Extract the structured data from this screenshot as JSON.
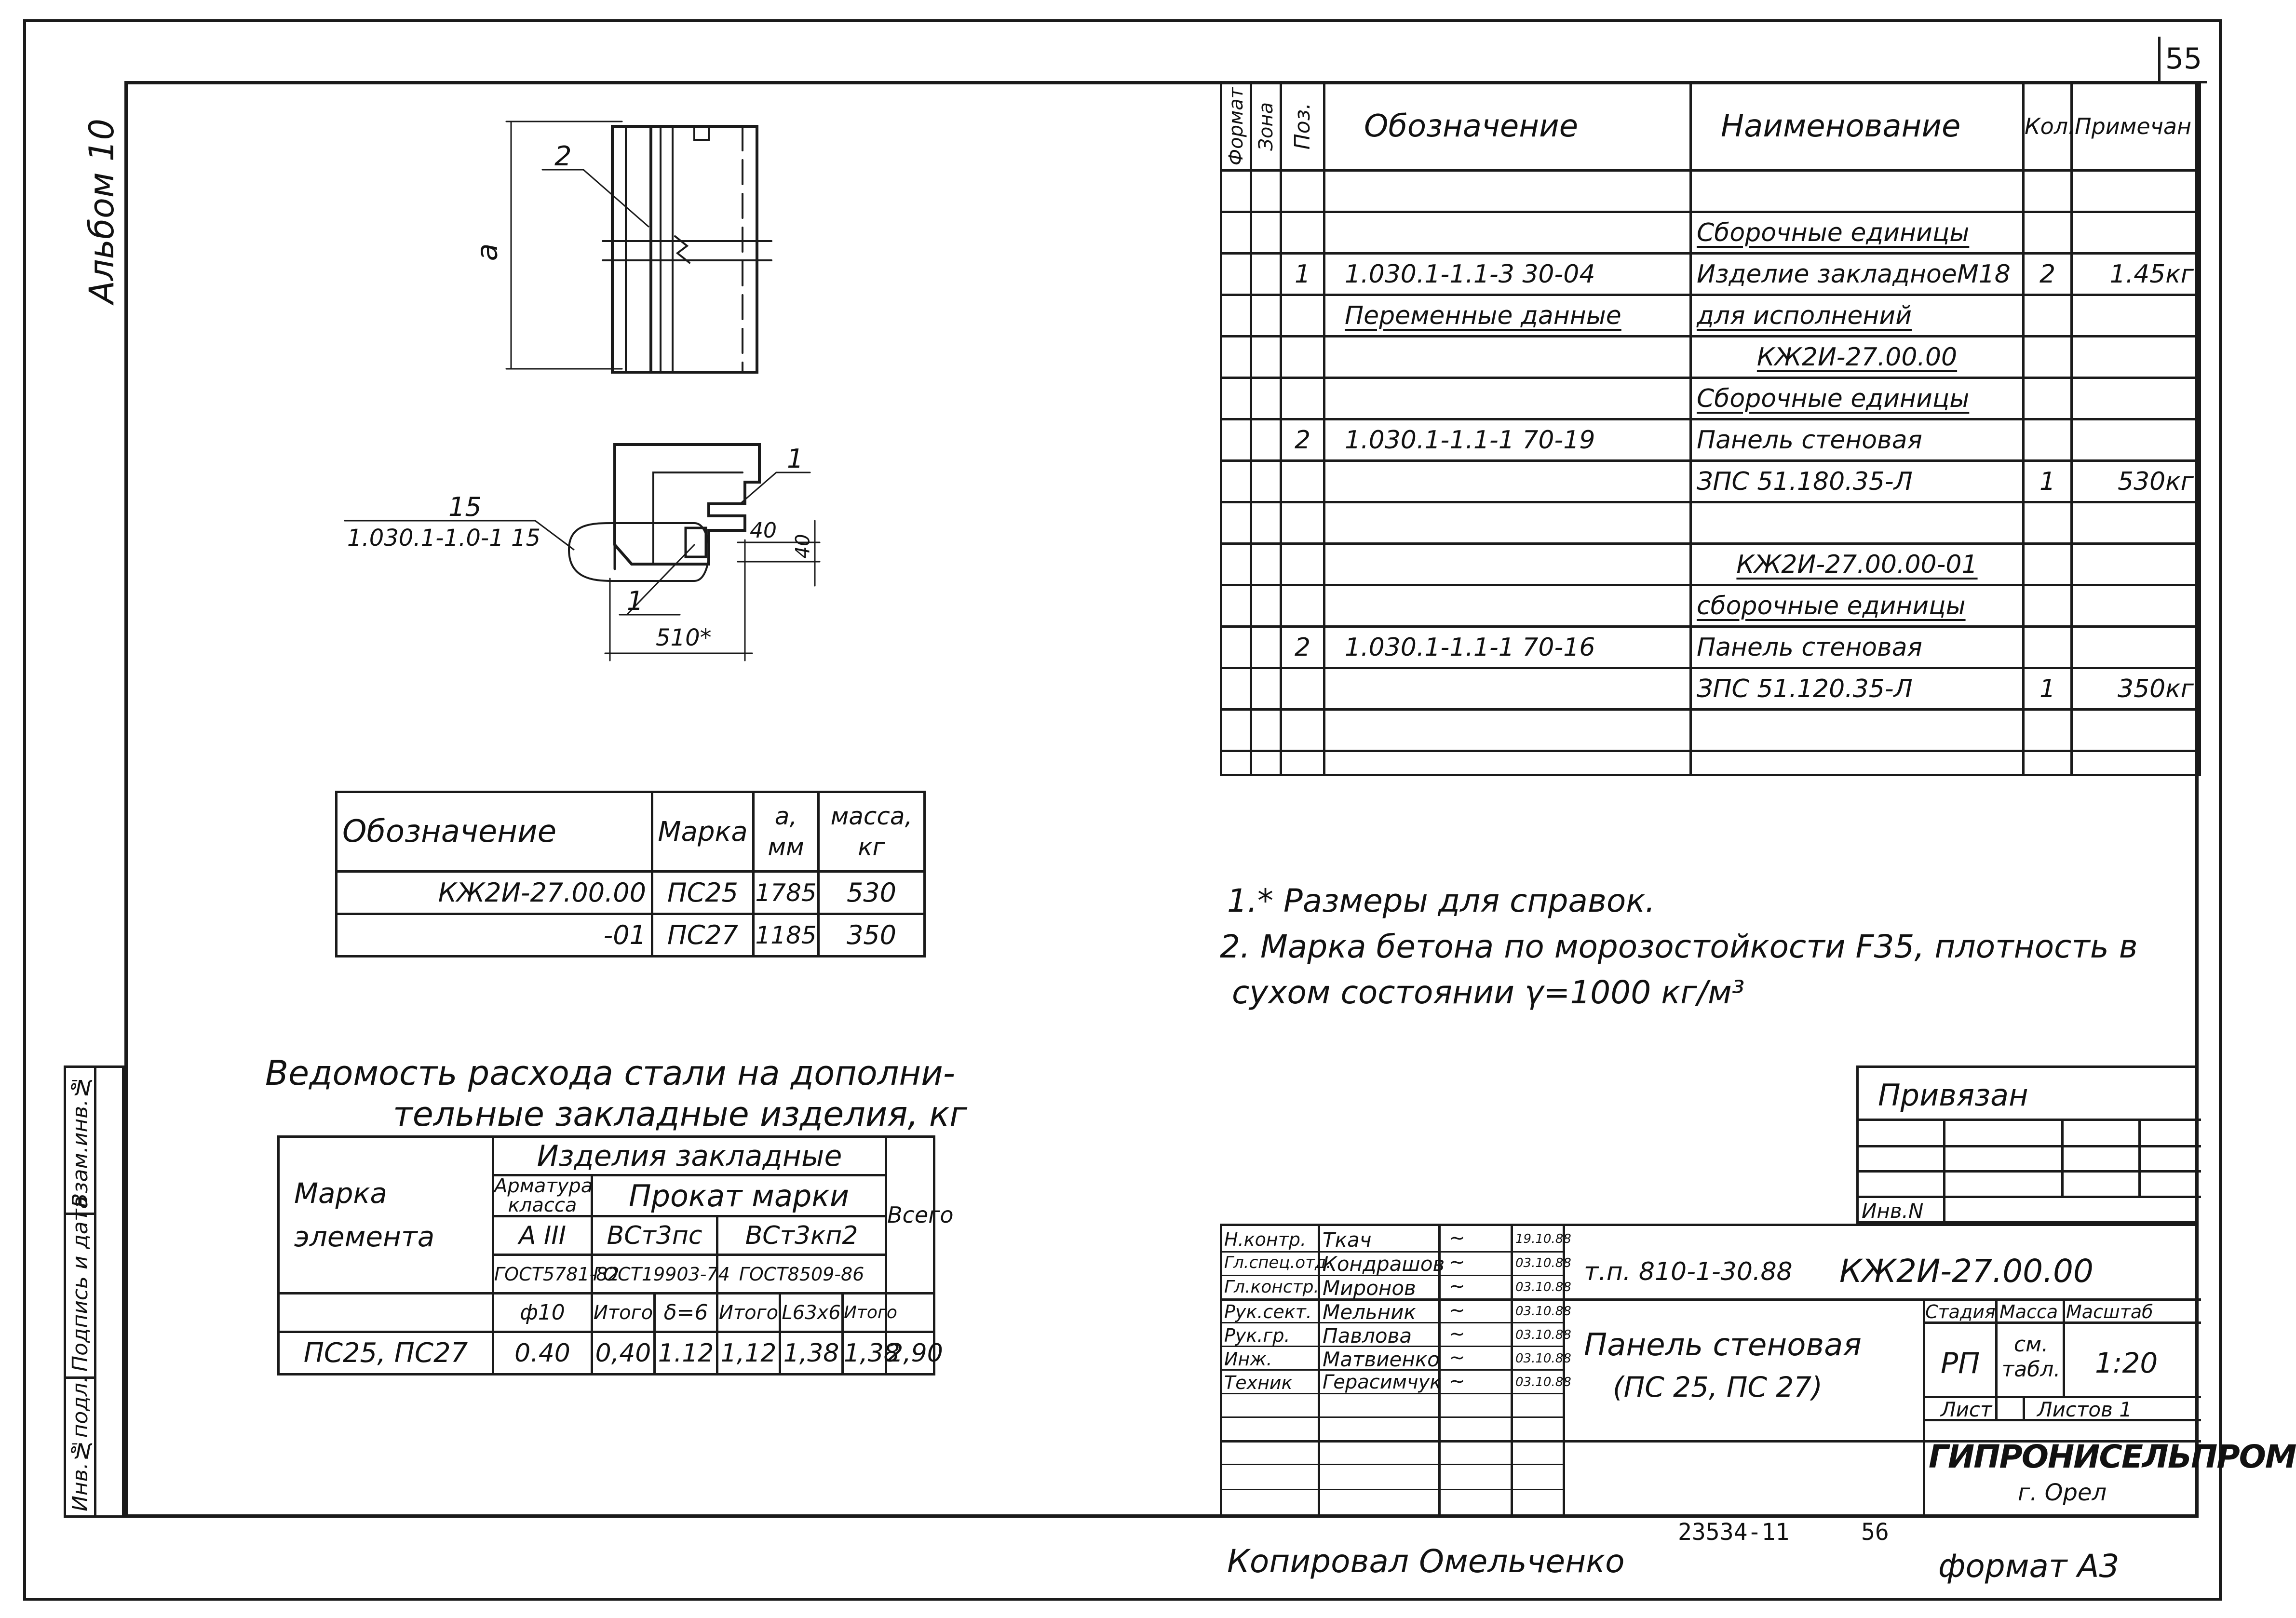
{
  "sheet_number": "55",
  "album_label": "Альбом 10",
  "drawing": {
    "dim_a": "a",
    "pos2": "2",
    "pos15": "15",
    "pos15_ref": "1.030.1-1.0-1 15",
    "pos1_top": "1",
    "pos1_bottom": "1",
    "dim40_h": "40",
    "dim40_v": "40",
    "dim510": "510*"
  },
  "spec": {
    "header": {
      "format": "Формат",
      "zone": "Зона",
      "pos": "Поз.",
      "designation": "Обозначение",
      "name": "Наименование",
      "qty": "Кол.",
      "note": "Примечан"
    },
    "rows": [
      {
        "pos": "",
        "designation": "",
        "name": "",
        "qty": "",
        "note": ""
      },
      {
        "pos": "",
        "designation": "",
        "name": "Сборочные единицы",
        "qty": "",
        "note": ""
      },
      {
        "pos": "1",
        "designation": "1.030.1-1.1-3 30-04",
        "name": "Изделие закладноеМ18",
        "qty": "2",
        "note": "1.45кг"
      },
      {
        "pos": "",
        "designation": "Переменные данные",
        "name": "для исполнений",
        "qty": "",
        "note": ""
      },
      {
        "pos": "",
        "designation": "",
        "name": "КЖ2И-27.00.00",
        "qty": "",
        "note": ""
      },
      {
        "pos": "",
        "designation": "",
        "name": "Сборочные единицы",
        "qty": "",
        "note": ""
      },
      {
        "pos": "2",
        "designation": "1.030.1-1.1-1 70-19",
        "name": "Панель стеновая",
        "qty": "",
        "note": ""
      },
      {
        "pos": "",
        "designation": "",
        "name": "ЗПС 51.180.35-Л",
        "qty": "1",
        "note": "530кг"
      },
      {
        "pos": "",
        "designation": "",
        "name": "",
        "qty": "",
        "note": ""
      },
      {
        "pos": "",
        "designation": "",
        "name": "КЖ2И-27.00.00-01",
        "qty": "",
        "note": ""
      },
      {
        "pos": "",
        "designation": "",
        "name": "сборочные единицы",
        "qty": "",
        "note": ""
      },
      {
        "pos": "2",
        "designation": "1.030.1-1.1-1 70-16",
        "name": "Панель стеновая",
        "qty": "",
        "note": ""
      },
      {
        "pos": "",
        "designation": "",
        "name": "ЗПС 51.120.35-Л",
        "qty": "1",
        "note": "350кг"
      },
      {
        "pos": "",
        "designation": "",
        "name": "",
        "qty": "",
        "note": ""
      },
      {
        "pos": "",
        "designation": "",
        "name": "",
        "qty": "",
        "note": ""
      }
    ]
  },
  "mark_table": {
    "header": {
      "designation": "Обозначение",
      "mark": "Марка",
      "a": "а, мм",
      "mass": "масса, кг"
    },
    "rows": [
      {
        "designation": "КЖ2И-27.00.00",
        "mark": "ПС25",
        "a": "1785",
        "mass": "530"
      },
      {
        "designation": "-01",
        "mark": "ПС27",
        "a": "1185",
        "mass": "350"
      }
    ]
  },
  "notes": {
    "n1": "1.* Размеры для справок.",
    "n2": "2. Марка бетона по морозостойкости F35, плотность в",
    "n2b": "сухом состоянии γ=1000 кг/м³"
  },
  "steel": {
    "title1": "Ведомость расхода стали на дополни-",
    "title2": "тельные закладные изделия, кг",
    "element_label": "Марка элемента",
    "group": "Изделия закладные",
    "rebar": "Арматура класса",
    "rolled": "Прокат марки",
    "total": "Всего",
    "class_a3": "А III",
    "vst3ps": "ВСт3пс",
    "vst3kp2": "ВСт3кп2",
    "gost1": "ГОСТ5781-82",
    "gost2": "ГОСТ19903-74",
    "gost3": "ГОСТ8509-86",
    "sub": [
      "ф10",
      "Итого",
      "δ=6",
      "Итого",
      "L63х6",
      "Итого"
    ],
    "row": {
      "element": "ПС25, ПС27",
      "values": [
        "0.40",
        "0,40",
        "1.12",
        "1,12",
        "1,38",
        "1,38",
        "2,90"
      ]
    }
  },
  "side_stamp": [
    "Инв.№подл.",
    "Подпись и дата",
    "Взам.инв.№"
  ],
  "privyazan": {
    "title": "Привязан",
    "inv": "Инв.N"
  },
  "title_block": {
    "people": [
      {
        "role": "Н.контр.",
        "name": "Ткач",
        "date": "19.10.88"
      },
      {
        "role": "Гл.спец.отд.",
        "name": "Кондрашов",
        "date": "03.10.88"
      },
      {
        "role": "Гл.констр.",
        "name": "Миронов",
        "date": "03.10.88"
      },
      {
        "role": "Рук.сект.",
        "name": "Мельник",
        "date": "03.10.88"
      },
      {
        "role": "Рук.гр.",
        "name": "Павлова",
        "date": "03.10.88"
      },
      {
        "role": "Инж.",
        "name": "Матвиенко",
        "date": "03.10.88"
      },
      {
        "role": "Техник",
        "name": "Герасимчук",
        "date": "03.10.88"
      }
    ],
    "project": "т.п. 810-1-30.88",
    "code": "КЖ2И-27.00.00",
    "name1": "Панель стеновая",
    "name2": "(ПС 25, ПС 27)",
    "stage_h": "Стадия",
    "mass_h": "Масса",
    "scale_h": "Масштаб",
    "stage": "РП",
    "mass": "см. табл.",
    "scale": "1:20",
    "sheet_h": "Лист",
    "sheets_h": "Листов 1",
    "org": "ГИПРОНИСЕЛЬПРОМ",
    "city": "г. Орел"
  },
  "footer": {
    "copied": "Копировал Омельченко",
    "doc": "23534-11",
    "page": "56",
    "format": "формат А3"
  }
}
